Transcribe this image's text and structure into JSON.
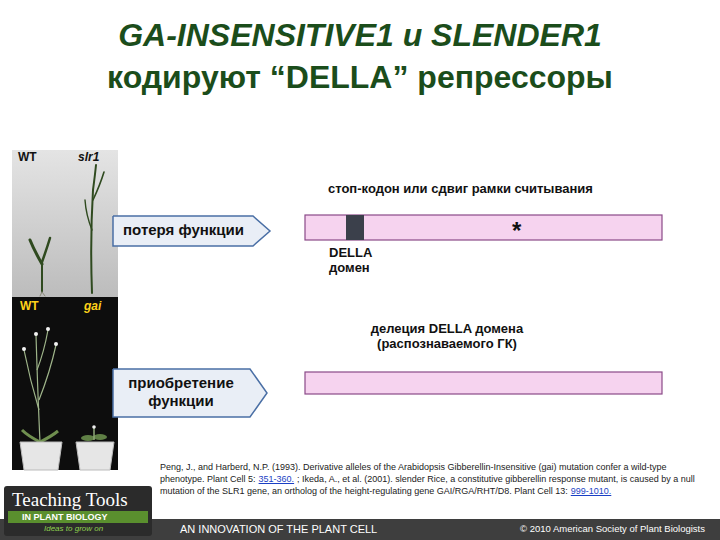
{
  "diagram": {
    "title": "GA-INSENSITIVE1 и SLENDER1 кодируют “DELLA” репрессоры",
    "nodes": [
      {
        "text": [
          "потеря функции"
        ]
      },
      {
        "text": [
          "приобретение функции"
        ]
      }
    ],
    "labels": [
      "WT",
      "slr1",
      "WT",
      "gai",
      "стоп-кодон или сдвиг рамки считывания",
      "*",
      "DELLA домен",
      "делеция DELLA домена (распознаваемого ГК)",
      "Peng, J., and Harberd, N.P. (1993). Derivative alleles of the Arabidopsis Gibberellin-Insensitive (gai) mutation confer a wild-type phenotype. Plant Cell 5:",
      "351-360.",
      "; Ikeda, A., et al. (2001). slender Rice, a constitutive gibberellin response mutant, is caused by a null mutation of the SLR1 gene, an ortholog of the height-regulating gene GAI/RGA/RHT/D8. Plant Cell 13:",
      "999-1010.",
      "Teaching Tools",
      "IN PLANT BIOLOGY",
      "Ideas to grow on",
      "AN INNOVATION OF THE PLANT CELL",
      "© 2010 American Society of Plant Biologists"
    ]
  }
}
